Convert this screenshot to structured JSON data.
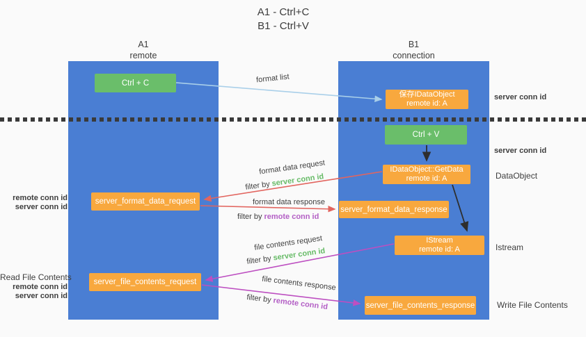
{
  "title": {
    "line1": "A1 - Ctrl+C",
    "line2": "B1 - Ctrl+V"
  },
  "lifelines": {
    "left": {
      "header_top": "A1",
      "header_bottom": "remote"
    },
    "right": {
      "header_top": "B1",
      "header_bottom": "connection"
    }
  },
  "nodes": {
    "ctrl_c": {
      "label": "Ctrl + C"
    },
    "ctrl_v": {
      "label": "Ctrl + V"
    },
    "save_idataobject": {
      "line1": "保存IDataObject",
      "line2": "remote id: A"
    },
    "idataobject_getdata": {
      "line1": "IDataObject::GetData",
      "line2": "remote id: A"
    },
    "istream": {
      "line1": "IStream",
      "line2": "remote id: A"
    },
    "server_format_data_request": {
      "label": "server_format_data_request"
    },
    "server_format_data_response": {
      "label": "server_format_data_response"
    },
    "server_file_contents_request": {
      "label": "server_file_contents_request"
    },
    "server_file_contents_response": {
      "label": "server_file_contents_response"
    }
  },
  "arrow_labels": {
    "format_list": "format list",
    "format_data_request": "format data request",
    "format_data_response": "format data response",
    "file_contents_request": "file contents request",
    "file_contents_response": "file contents response",
    "filter_by": "filter by",
    "server_conn_id": "server conn id",
    "remote_conn_id": "remote conn id"
  },
  "side_labels": {
    "right": {
      "server_conn_id_top": "server conn id",
      "server_conn_id_mid": "server conn id",
      "dataobject": "DataObject",
      "istream": "Istream",
      "write_file_contents": "Write File Contents"
    },
    "left": {
      "remote_conn_id_top": "remote conn id",
      "server_conn_id_top": "server conn id",
      "read_file_contents": "Read File Contents",
      "remote_conn_id_bottom": "remote conn id",
      "server_conn_id_bottom": "server conn id"
    }
  },
  "colors": {
    "lifeline_blue": "#4a7ed3",
    "node_orange": "#f8a83e",
    "node_green": "#6abe6a",
    "green_text": "#67bb67",
    "purple_text": "#b35fc5",
    "red_arrow": "#e2655f",
    "magenta_arrow": "#bd4fc1",
    "light_blue_arrow": "#a9cfe9",
    "black_arrow": "#2e2e2e",
    "background": "#fafafa"
  }
}
